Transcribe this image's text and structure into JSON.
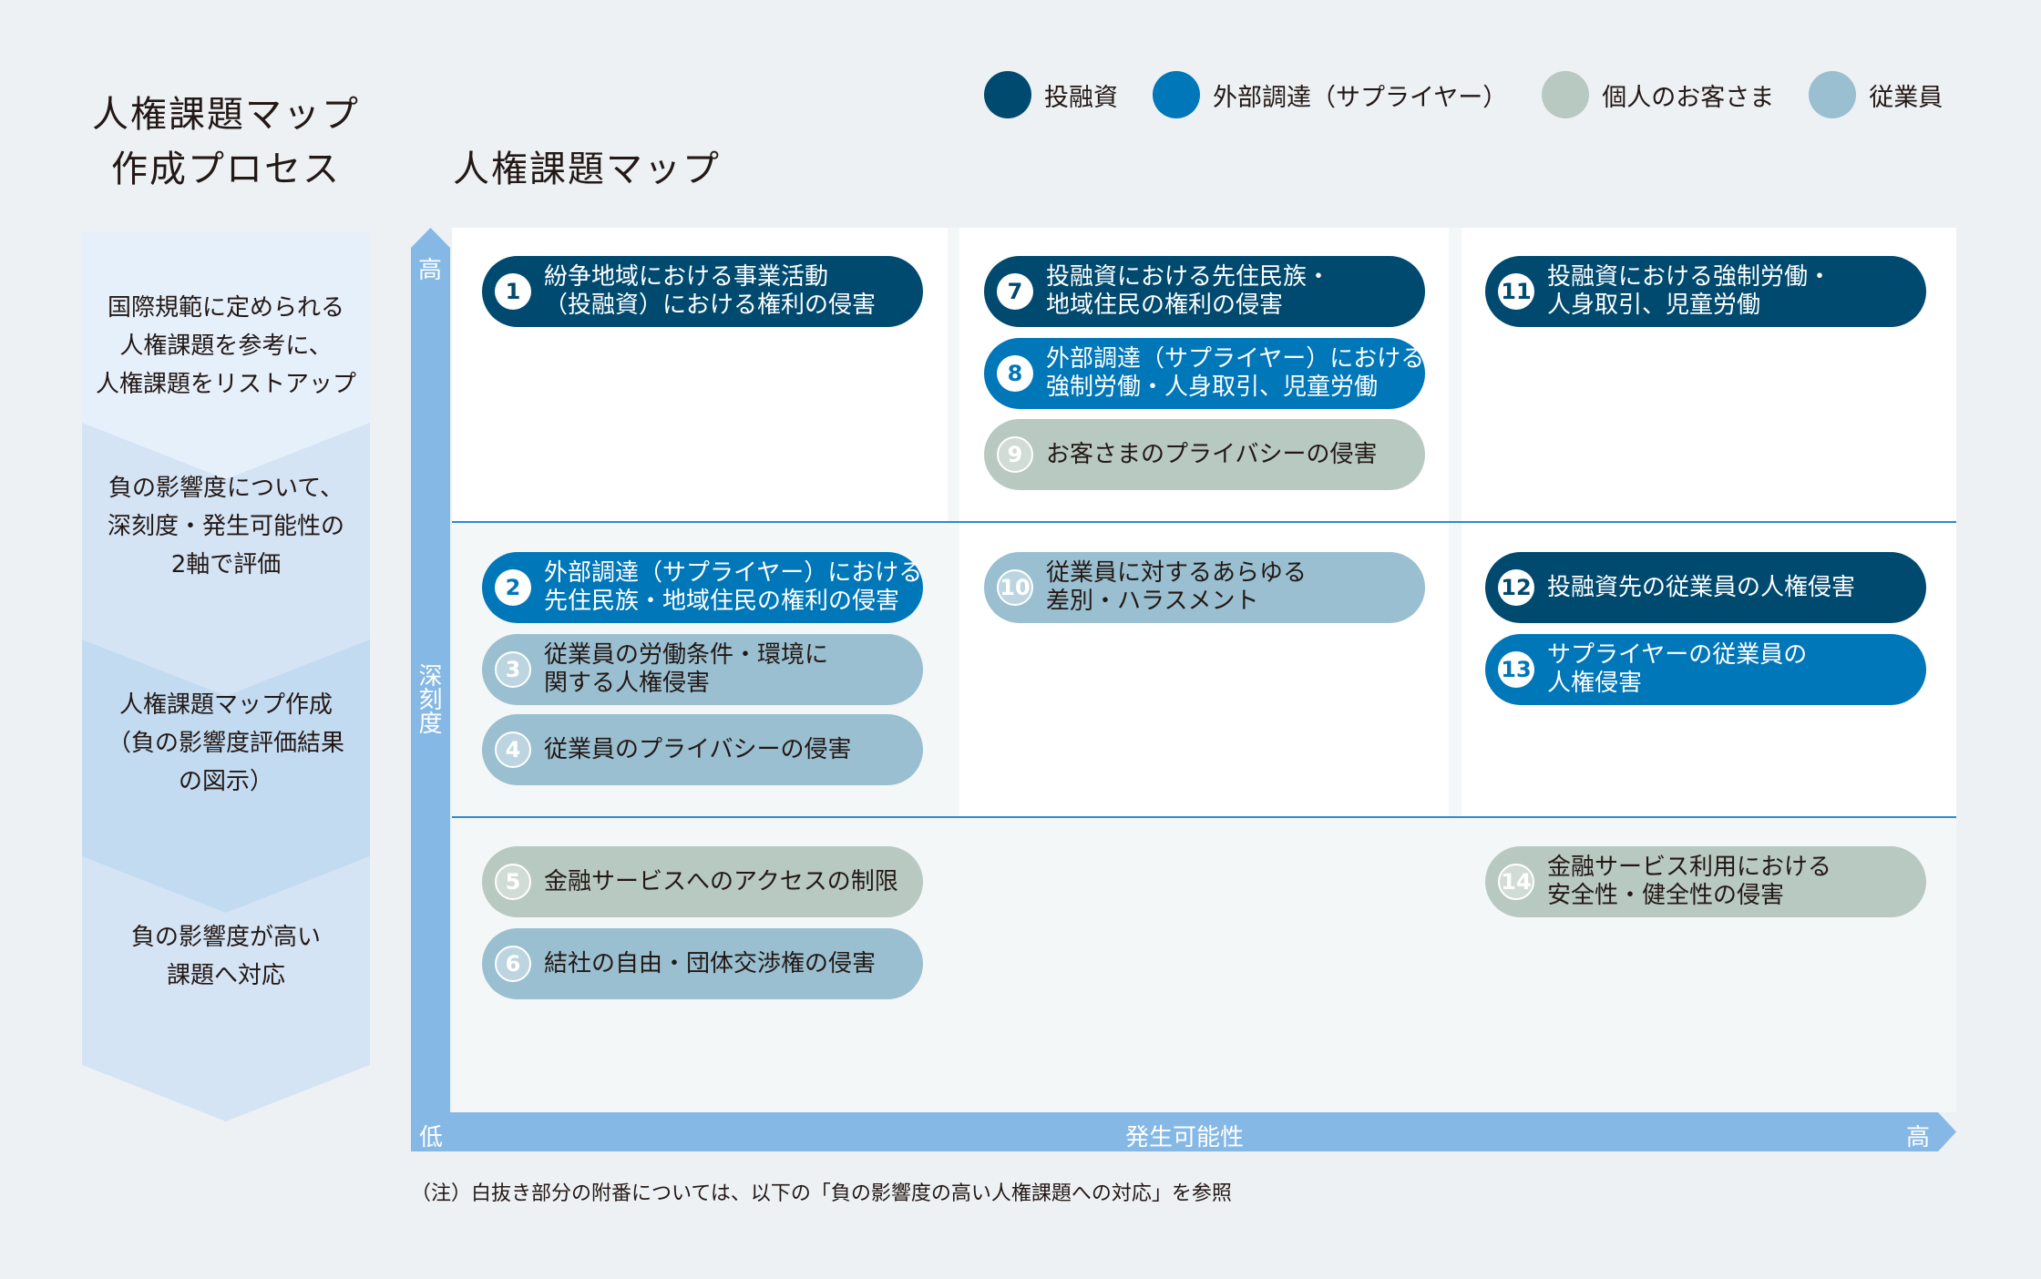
{
  "colors": {
    "investment": "#004a70",
    "procurement": "#0077b8",
    "customers": "#b8c9c1",
    "employees": "#99bfd0",
    "axis": "#86b8e6"
  },
  "process_title": [
    "人権課題マップ",
    "作成プロセス"
  ],
  "map_title": "人権課題マップ",
  "legend": [
    {
      "label": "投融資",
      "color": "#004a70"
    },
    {
      "label": "外部調達（サプライヤー）",
      "color": "#0077b8"
    },
    {
      "label": "個人のお客さま",
      "color": "#b8c9c1"
    },
    {
      "label": "従業員",
      "color": "#99bfd0"
    }
  ],
  "process_steps": [
    [
      "国際規範に定められる",
      "人権課題を参考に、",
      "人権課題をリストアップ"
    ],
    [
      "負の影響度について、",
      "深刻度・発生可能性の",
      "2軸で評価"
    ],
    [
      "人権課題マップ作成",
      "（負の影響度評価結果",
      "の図示）"
    ],
    [
      "負の影響度が高い",
      "課題へ対応"
    ]
  ],
  "axes": {
    "y_label": "深刻度",
    "y_high": "高",
    "x_label": "発生可能性",
    "x_low": "低",
    "x_high": "高"
  },
  "issues": [
    {
      "num": "1",
      "lines": [
        "紛争地域における事業活動",
        "（投融資）における権利の侵害"
      ],
      "category": "investment",
      "severity": "high",
      "likelihood": "low"
    },
    {
      "num": "2",
      "lines": [
        "外部調達（サプライヤー）における",
        "先住民族・地域住民の権利の侵害"
      ],
      "category": "procurement",
      "severity": "mid",
      "likelihood": "low"
    },
    {
      "num": "3",
      "lines": [
        "従業員の労働条件・環境に",
        "関する人権侵害"
      ],
      "category": "employees",
      "severity": "mid",
      "likelihood": "low"
    },
    {
      "num": "4",
      "lines": [
        "従業員のプライバシーの侵害"
      ],
      "category": "employees",
      "severity": "mid",
      "likelihood": "low"
    },
    {
      "num": "5",
      "lines": [
        "金融サービスへのアクセスの制限"
      ],
      "category": "customers",
      "severity": "low",
      "likelihood": "low"
    },
    {
      "num": "6",
      "lines": [
        "結社の自由・団体交渉権の侵害"
      ],
      "category": "employees",
      "severity": "low",
      "likelihood": "low"
    },
    {
      "num": "7",
      "lines": [
        "投融資における先住民族・",
        "地域住民の権利の侵害"
      ],
      "category": "investment",
      "severity": "high",
      "likelihood": "mid"
    },
    {
      "num": "8",
      "lines": [
        "外部調達（サプライヤー）における",
        "強制労働・人身取引、児童労働"
      ],
      "category": "procurement",
      "severity": "high",
      "likelihood": "mid"
    },
    {
      "num": "9",
      "lines": [
        "お客さまのプライバシーの侵害"
      ],
      "category": "customers",
      "severity": "high",
      "likelihood": "mid"
    },
    {
      "num": "10",
      "lines": [
        "従業員に対するあらゆる",
        "差別・ハラスメント"
      ],
      "category": "employees",
      "severity": "mid",
      "likelihood": "mid"
    },
    {
      "num": "11",
      "lines": [
        "投融資における強制労働・",
        "人身取引、児童労働"
      ],
      "category": "investment",
      "severity": "high",
      "likelihood": "high"
    },
    {
      "num": "12",
      "lines": [
        "投融資先の従業員の人権侵害"
      ],
      "category": "investment",
      "severity": "mid",
      "likelihood": "high"
    },
    {
      "num": "13",
      "lines": [
        "サプライヤーの従業員の",
        "人権侵害"
      ],
      "category": "procurement",
      "severity": "mid",
      "likelihood": "high"
    },
    {
      "num": "14",
      "lines": [
        "金融サービス利用における",
        "安全性・健全性の侵害"
      ],
      "category": "customers",
      "severity": "low",
      "likelihood": "high"
    }
  ],
  "footnote": "（注）白抜き部分の附番については、以下の「負の影響度の高い人権課題への対応」を参照"
}
